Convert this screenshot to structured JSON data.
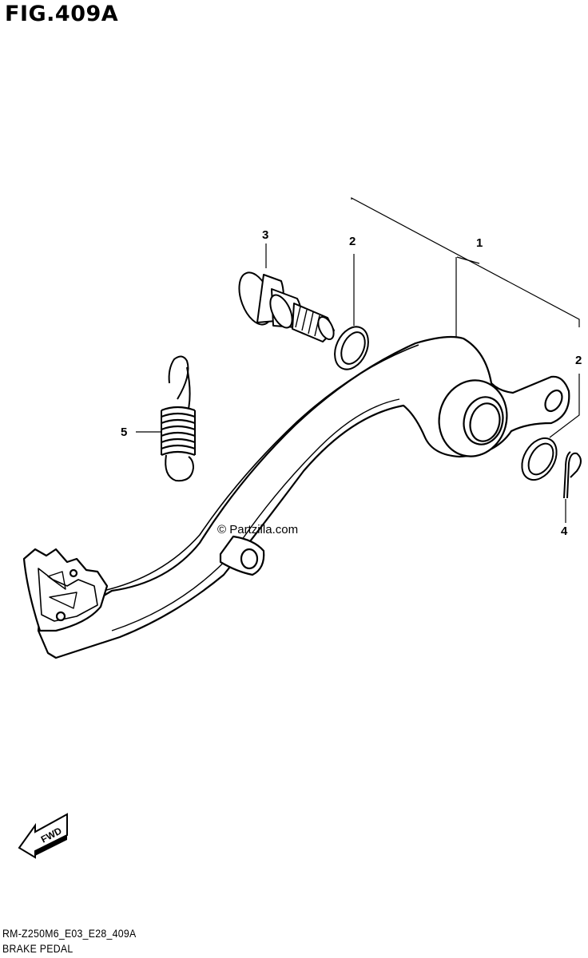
{
  "figure": {
    "title": "FIG.409A",
    "code": "RM-Z250M6_E03_E28_409A",
    "name": "BRAKE PEDAL"
  },
  "callouts": {
    "part_1": "1",
    "part_2_upper": "2",
    "part_2_right": "2",
    "part_3": "3",
    "part_4": "4",
    "part_5": "5"
  },
  "watermark": "© Partzilla.com",
  "direction_arrow": {
    "label": "FWD",
    "icon": "fwd-arrow-icon"
  }
}
